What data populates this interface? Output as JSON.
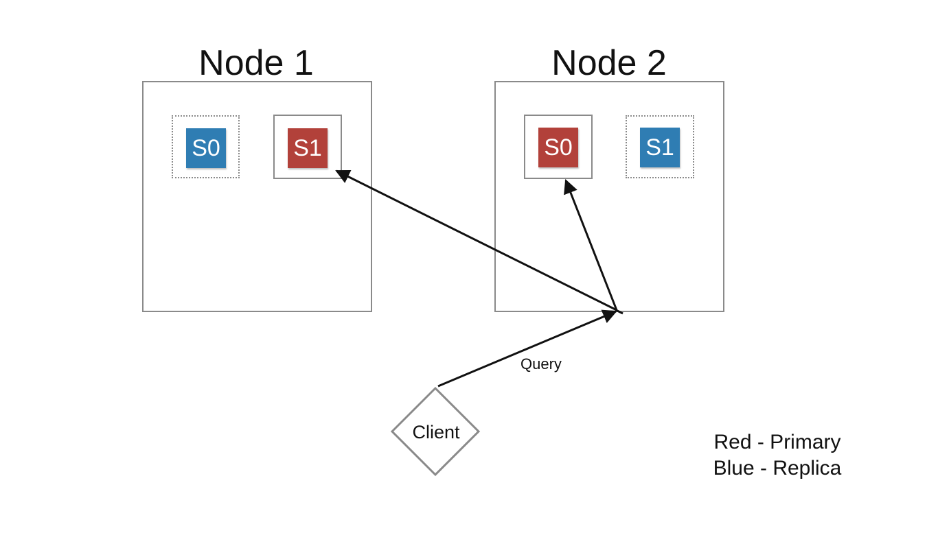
{
  "nodes": [
    {
      "title": "Node 1"
    },
    {
      "title": "Node 2"
    }
  ],
  "shards": {
    "node1_replica": "S0",
    "node1_primary": "S1",
    "node2_primary": "S0",
    "node2_replica": "S1"
  },
  "client": {
    "label": "Client"
  },
  "query": {
    "label": "Query"
  },
  "legend": {
    "red": "Red - Primary",
    "blue": "Blue - Replica"
  },
  "colors": {
    "primary": "#b2413a",
    "replica": "#2f7db3",
    "outline": "#8a8a8a",
    "arrow": "#111111"
  }
}
